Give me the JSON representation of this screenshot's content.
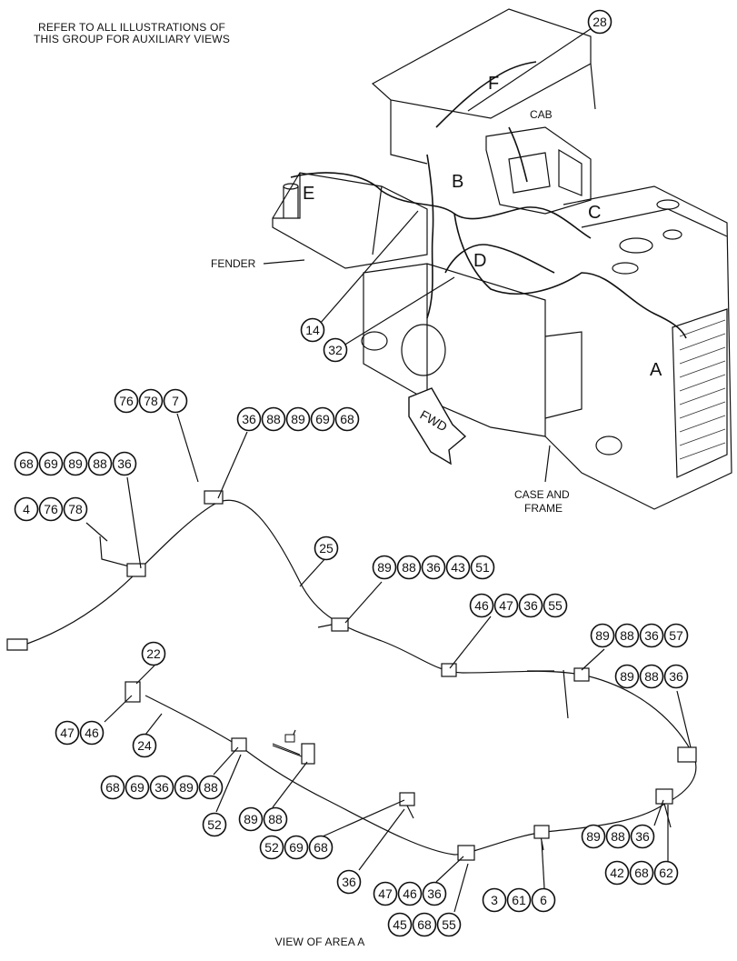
{
  "notes": {
    "refer_line1": "REFER TO ALL ILLUSTRATIONS OF",
    "refer_line2": "THIS GROUP FOR AUXILIARY VIEWS",
    "view_of_area": "VIEW OF AREA A"
  },
  "labels": {
    "fender": "FENDER",
    "cab": "CAB",
    "case_line1": "CASE AND",
    "case_line2": "FRAME",
    "fwd": "FWD"
  },
  "view_letters": [
    "A",
    "B",
    "C",
    "D",
    "E",
    "F"
  ],
  "callouts": {
    "c28": [
      "28"
    ],
    "c14": [
      "14"
    ],
    "c32": [
      "32"
    ],
    "c76_78_7": [
      "76",
      "78",
      "7"
    ],
    "c36_88_89_69_68": [
      "36",
      "88",
      "89",
      "69",
      "68"
    ],
    "c68_69_89_88_36": [
      "68",
      "69",
      "89",
      "88",
      "36"
    ],
    "c4_76_78": [
      "4",
      "76",
      "78"
    ],
    "c25": [
      "25"
    ],
    "c89_88_36_43_51": [
      "89",
      "88",
      "36",
      "43",
      "51"
    ],
    "c46_47_36_55": [
      "46",
      "47",
      "36",
      "55"
    ],
    "c89_88_36_57": [
      "89",
      "88",
      "36",
      "57"
    ],
    "c89_88_36_a": [
      "89",
      "88",
      "36"
    ],
    "c22": [
      "22"
    ],
    "c47_46": [
      "47",
      "46"
    ],
    "c24": [
      "24"
    ],
    "c68_69_36_89_88": [
      "68",
      "69",
      "36",
      "89",
      "88"
    ],
    "c52": [
      "52"
    ],
    "c89_88_b": [
      "89",
      "88"
    ],
    "c52_69_68": [
      "52",
      "69",
      "68"
    ],
    "c36": [
      "36"
    ],
    "c47_46_36": [
      "47",
      "46",
      "36"
    ],
    "c45_68_55": [
      "45",
      "68",
      "55"
    ],
    "c3_61_6": [
      "3",
      "61",
      "6"
    ],
    "c89_88_36_b": [
      "89",
      "88",
      "36"
    ],
    "c42_68_62": [
      "42",
      "68",
      "62"
    ]
  }
}
